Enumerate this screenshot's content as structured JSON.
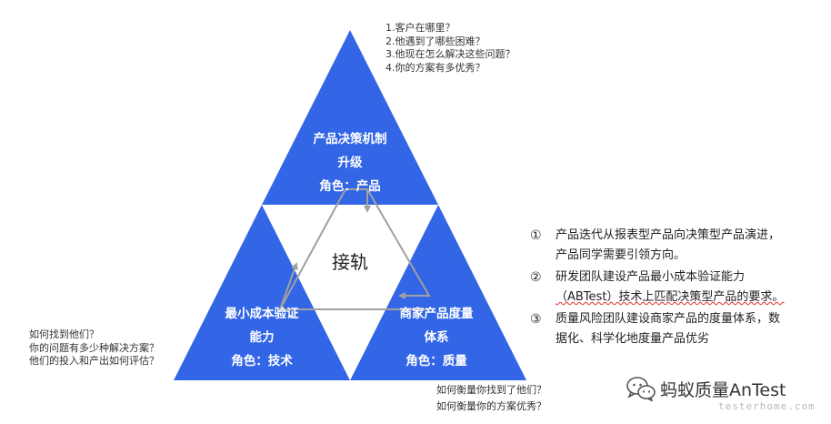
{
  "top_notes": [
    "1.客户在哪里？",
    "2.他遇到了哪些困难？",
    "3.他现在怎么解决这些问题？",
    "4.你的方案有多优秀？"
  ],
  "left_notes": [
    "如何找到他们？",
    "你的问题有多少种解决方案？",
    "他们的投入和产出如何评估？"
  ],
  "bottom_notes": [
    "如何衡量你找到了他们？",
    "如何衡量你的方案优秀？"
  ],
  "triangles": {
    "top": [
      "产品决策机制",
      "升级",
      "角色：产品"
    ],
    "left": [
      "最小成本验证",
      "能力",
      "角色：技术"
    ],
    "right": [
      "商家产品度量",
      "体系",
      "角色：质量"
    ]
  },
  "center_label": "接轨",
  "list": [
    {
      "num": "①",
      "lines": [
        "产品迭代从报表型产品向决策型产品演进，",
        "产品同学需要引领方向。"
      ]
    },
    {
      "num": "②",
      "lines": [
        "研发团队建设产品最小成本验证能力",
        "（ABTest）技术上匹配决策型产品的要求。"
      ]
    },
    {
      "num": "③",
      "lines": [
        "质量风险团队建设商家产品的度量体系，数",
        "据化、科学化地度量产品优劣"
      ]
    }
  ],
  "brand": {
    "name": "蚂蚁质量AnTest",
    "watermark": "testerhome.com"
  },
  "colors": {
    "triangle_blue": "#3366e6",
    "cycle_gray": "#a0a0a0",
    "text": "#333333"
  }
}
